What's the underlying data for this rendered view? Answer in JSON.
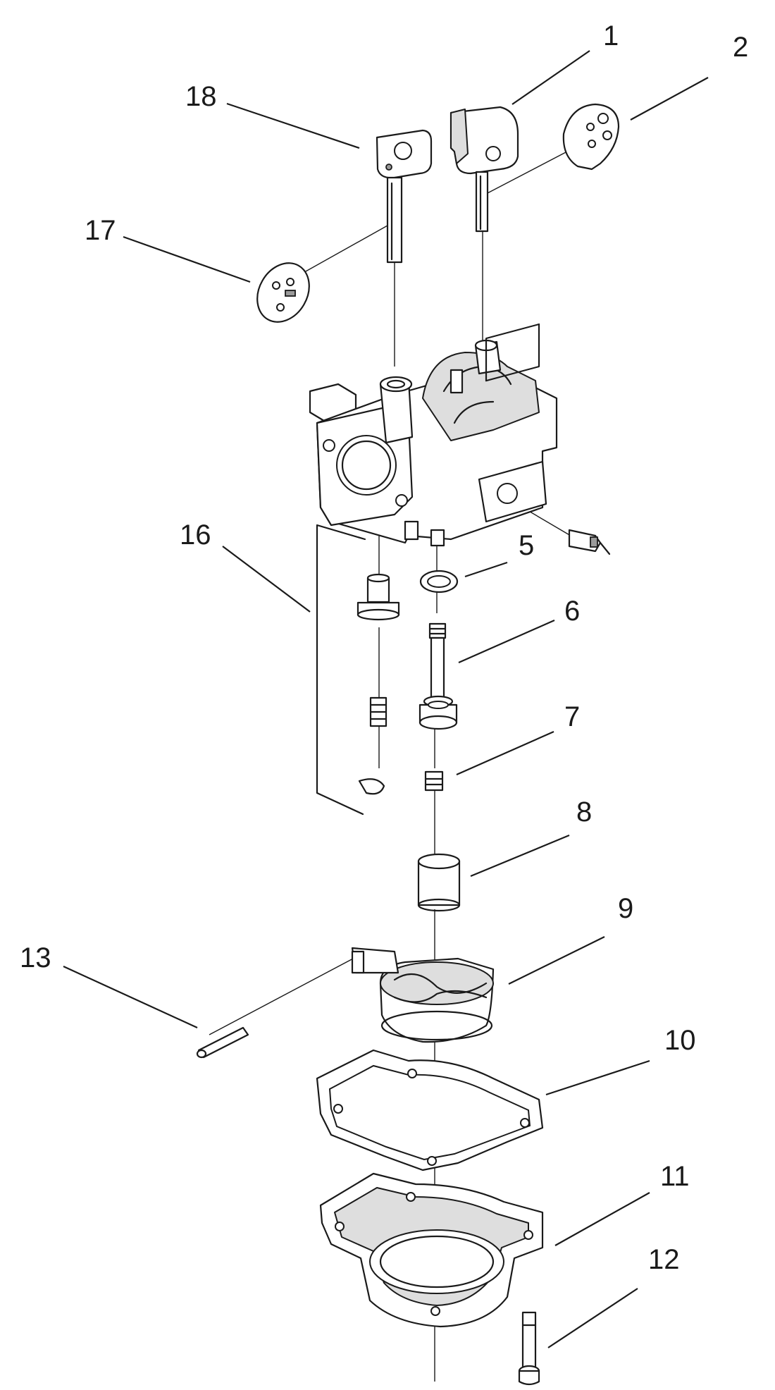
{
  "diagram": {
    "part_labels": [
      {
        "key": "p1",
        "text": "1"
      },
      {
        "key": "p2",
        "text": "2"
      },
      {
        "key": "p5",
        "text": "5"
      },
      {
        "key": "p6",
        "text": "6"
      },
      {
        "key": "p7",
        "text": "7"
      },
      {
        "key": "p8",
        "text": "8"
      },
      {
        "key": "p9",
        "text": "9"
      },
      {
        "key": "p10",
        "text": "10"
      },
      {
        "key": "p11",
        "text": "11"
      },
      {
        "key": "p12",
        "text": "12"
      },
      {
        "key": "p13",
        "text": "13"
      },
      {
        "key": "p16",
        "text": "16"
      },
      {
        "key": "p17",
        "text": "17"
      },
      {
        "key": "p18",
        "text": "18"
      }
    ]
  }
}
